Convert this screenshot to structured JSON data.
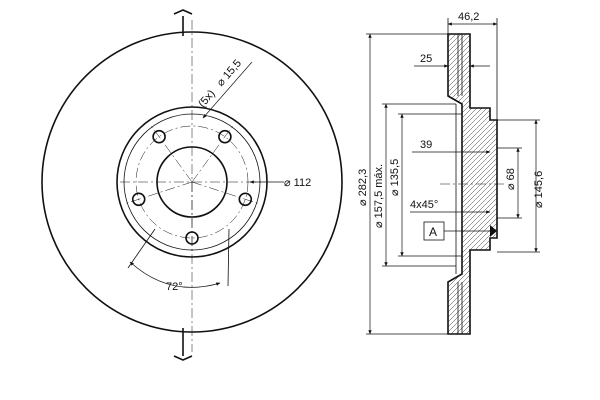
{
  "front_view": {
    "bolt_holes": {
      "count": 5,
      "label": "(5x)",
      "diameter": "⌀ 15,5"
    },
    "bolt_circle": "⌀ 112",
    "hole_angle": "72°"
  },
  "side_view": {
    "overall_width": "46,2",
    "disc_thickness": "25",
    "hub_depth": "39",
    "chamfer": "4x45°",
    "datum": "A",
    "diameters": {
      "outer": "⌀ 282,3",
      "friction_inner": "⌀ 157,5 máx.",
      "hat": "⌀ 135,5",
      "center_bore": "⌀ 68",
      "hub_outer": "⌀ 145,6"
    }
  }
}
